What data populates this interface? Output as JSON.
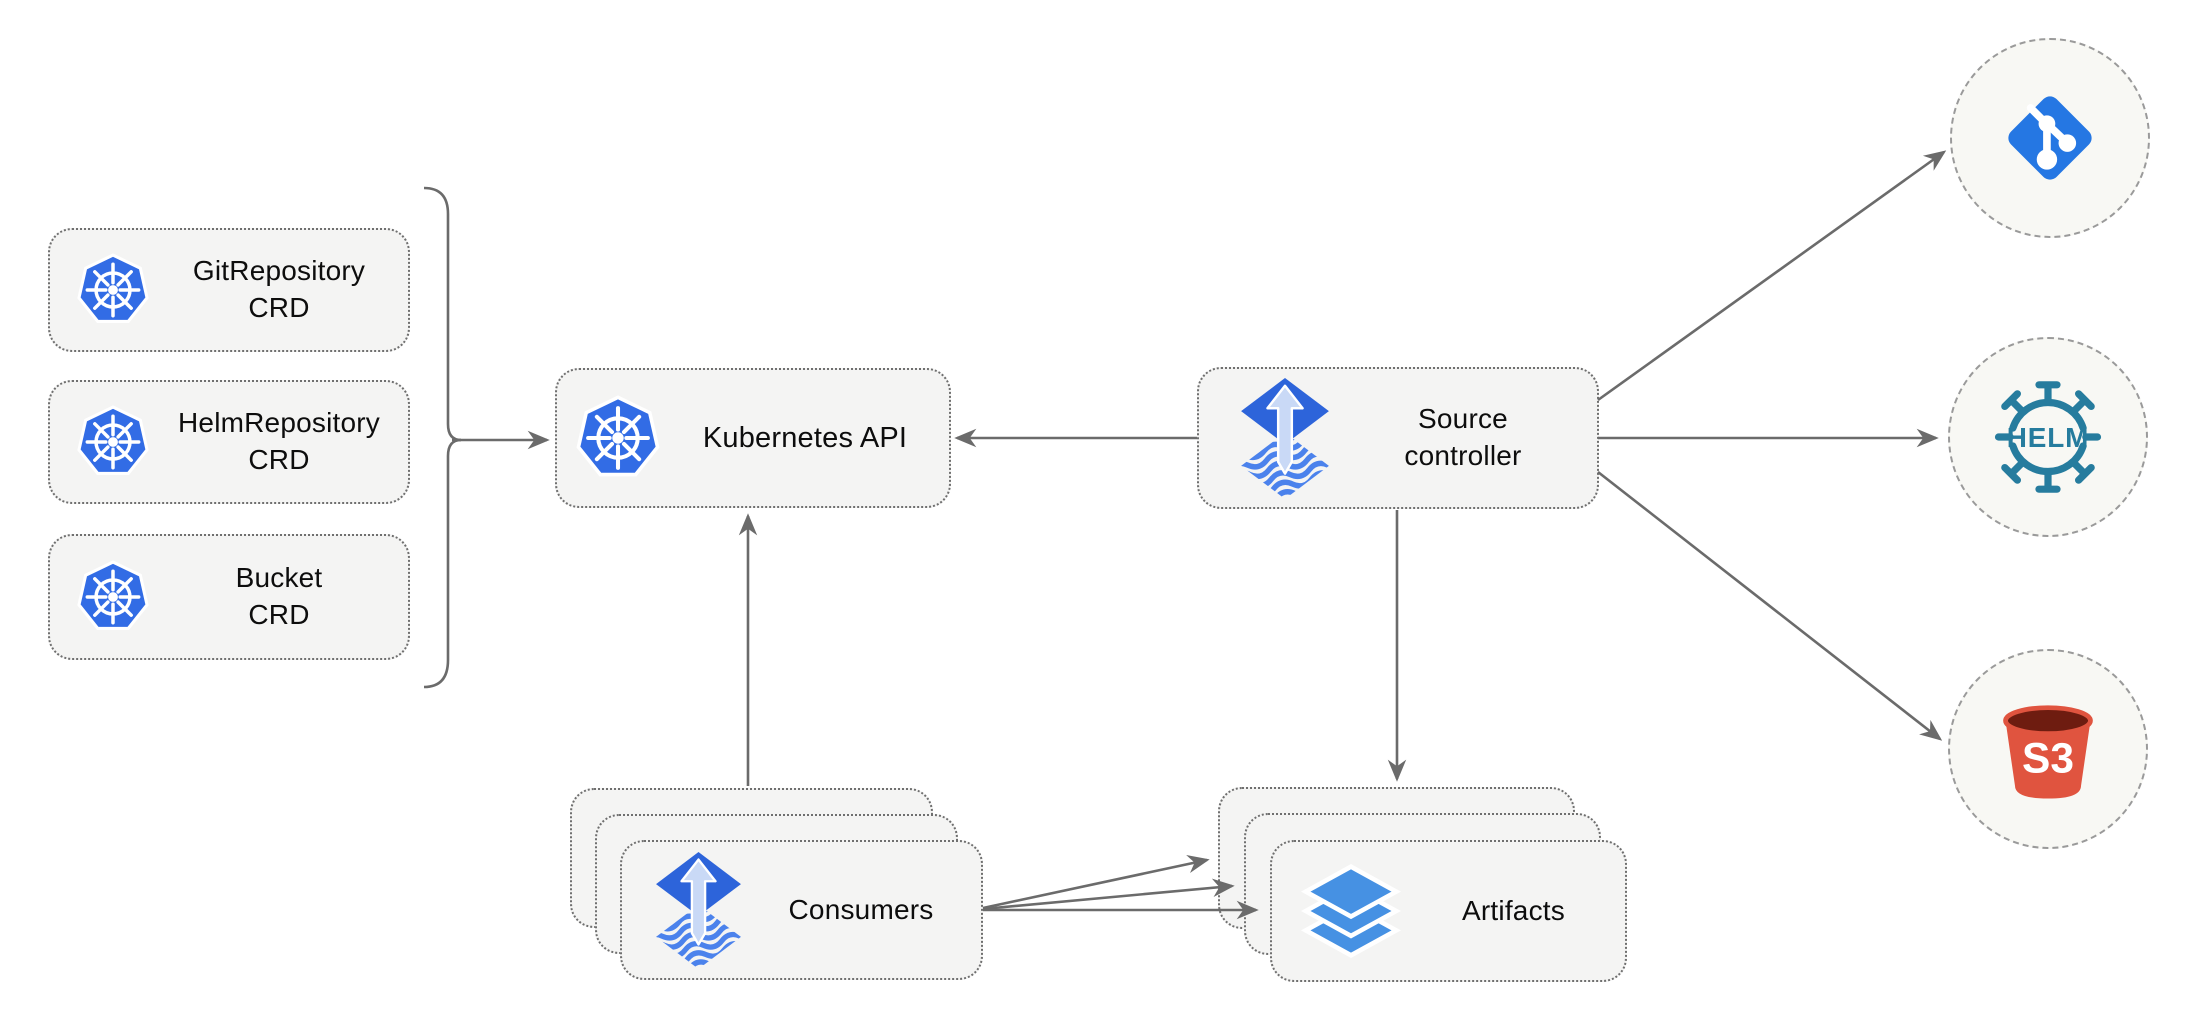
{
  "diagram": {
    "nodes": {
      "crd_list": [
        {
          "line1": "GitRepository",
          "line2": "CRD"
        },
        {
          "line1": "HelmRepository",
          "line2": "CRD"
        },
        {
          "line1": "Bucket",
          "line2": "CRD"
        }
      ],
      "kubernetes_api": {
        "label": "Kubernetes API"
      },
      "source_controller": {
        "line1": "Source",
        "line2": "controller"
      },
      "consumers": {
        "label": "Consumers"
      },
      "artifacts": {
        "label": "Artifacts"
      },
      "git_endpoint": {
        "icon": "git-logo"
      },
      "helm_endpoint": {
        "icon": "helm-logo",
        "text": "HELM"
      },
      "s3_endpoint": {
        "icon": "s3-bucket-logo",
        "text": "S3"
      }
    },
    "edges": [
      {
        "from": "crd-group-bracket",
        "to": "kubernetes-api"
      },
      {
        "from": "source-controller",
        "to": "kubernetes-api"
      },
      {
        "from": "consumers",
        "to": "kubernetes-api"
      },
      {
        "from": "source-controller",
        "to": "artifacts"
      },
      {
        "from": "source-controller",
        "to": "git-endpoint"
      },
      {
        "from": "source-controller",
        "to": "helm-endpoint"
      },
      {
        "from": "source-controller",
        "to": "s3-endpoint"
      },
      {
        "from": "consumers",
        "to": "artifacts",
        "count": 3
      }
    ]
  },
  "colors": {
    "canvas-bg": "#ffffff",
    "node-bg": "#f4f4f3",
    "node-border": "#6f6f6f",
    "circle-bg": "#f8f8f4",
    "circle-border": "#9a9a9a",
    "arrow": "#6b6b6b",
    "text": "#0d0d0d",
    "kubernetes-blue": "#326ce5",
    "flux-blue": "#2d64da",
    "flux-wave-blue": "#4b82ec",
    "flux-arrow-light": "#c9d9f6",
    "git-blue": "#2577e3",
    "helm-teal": "#267c9e",
    "s3-red": "#e0543f",
    "s3-dark-red": "#6e1c10",
    "layers-blue": "#4691e3"
  }
}
